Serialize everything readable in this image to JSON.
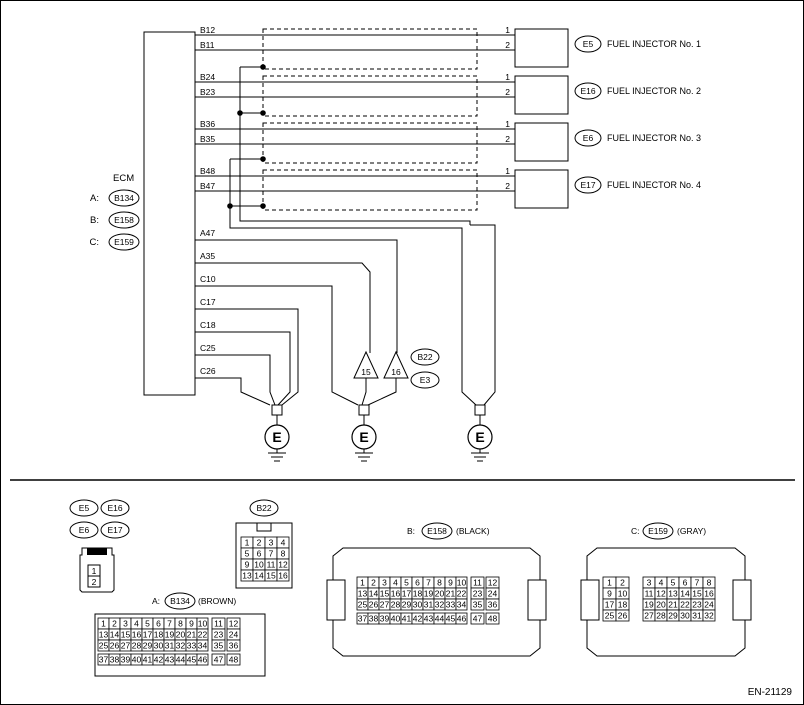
{
  "doc_code": "EN-21129",
  "ecm": {
    "label": "ECM",
    "connectors": [
      {
        "prefix": "A:",
        "code": "B134"
      },
      {
        "prefix": "B:",
        "code": "E158"
      },
      {
        "prefix": "C:",
        "code": "E159"
      }
    ]
  },
  "injectors": [
    {
      "signal_pin": "B12",
      "power_pin": "B11",
      "conn": "E5",
      "name": "FUEL INJECTOR No. 1",
      "pin1": "1",
      "pin2": "2"
    },
    {
      "signal_pin": "B24",
      "power_pin": "B23",
      "conn": "E16",
      "name": "FUEL INJECTOR No. 2",
      "pin1": "1",
      "pin2": "2"
    },
    {
      "signal_pin": "B36",
      "power_pin": "B35",
      "conn": "E6",
      "name": "FUEL INJECTOR No. 3",
      "pin1": "1",
      "pin2": "2"
    },
    {
      "signal_pin": "B48",
      "power_pin": "B47",
      "conn": "E17",
      "name": "FUEL INJECTOR No. 4",
      "pin1": "1",
      "pin2": "2"
    }
  ],
  "ground_pins": [
    "A47",
    "A35",
    "C10",
    "C17",
    "C18",
    "C25",
    "C26"
  ],
  "joint": {
    "pins": [
      "15",
      "16"
    ],
    "connectors": [
      "B22",
      "E3"
    ]
  },
  "ground_symbol": "E",
  "connector_views": {
    "injector_group": {
      "codes": [
        "E5",
        "E16",
        "E6",
        "E17"
      ],
      "pins": [
        "1",
        "2"
      ]
    },
    "b22": {
      "code": "B22",
      "pins": [
        "1",
        "2",
        "3",
        "4",
        "5",
        "6",
        "7",
        "8",
        "9",
        "10",
        "11",
        "12",
        "13",
        "14",
        "15",
        "16"
      ]
    },
    "a": {
      "prefix": "A:",
      "code": "B134",
      "color": "(BROWN)"
    },
    "b": {
      "prefix": "B:",
      "code": "E158",
      "color": "(BLACK)"
    },
    "c": {
      "prefix": "C:",
      "code": "E159",
      "color": "(GRAY)"
    },
    "ab_rows": [
      [
        "1",
        "2",
        "3",
        "4",
        "5",
        "6",
        "7",
        "8",
        "9",
        "10",
        "11",
        "12"
      ],
      [
        "13",
        "14",
        "15",
        "16",
        "17",
        "18",
        "19",
        "20",
        "21",
        "22",
        "23",
        "24"
      ],
      [
        "25",
        "26",
        "27",
        "28",
        "29",
        "30",
        "31",
        "32",
        "33",
        "34",
        "35",
        "36"
      ],
      [
        "37",
        "38",
        "39",
        "40",
        "41",
        "42",
        "43",
        "44",
        "45",
        "46",
        "47",
        "48"
      ]
    ],
    "c_rows": [
      [
        "1",
        "2",
        "3",
        "4",
        "5",
        "6",
        "7",
        "8"
      ],
      [
        "9",
        "10",
        "11",
        "12",
        "13",
        "14",
        "15",
        "16"
      ],
      [
        "17",
        "18",
        "19",
        "20",
        "21",
        "22",
        "23",
        "24"
      ],
      [
        "25",
        "26",
        "27",
        "28",
        "29",
        "30",
        "31",
        "32"
      ]
    ]
  }
}
